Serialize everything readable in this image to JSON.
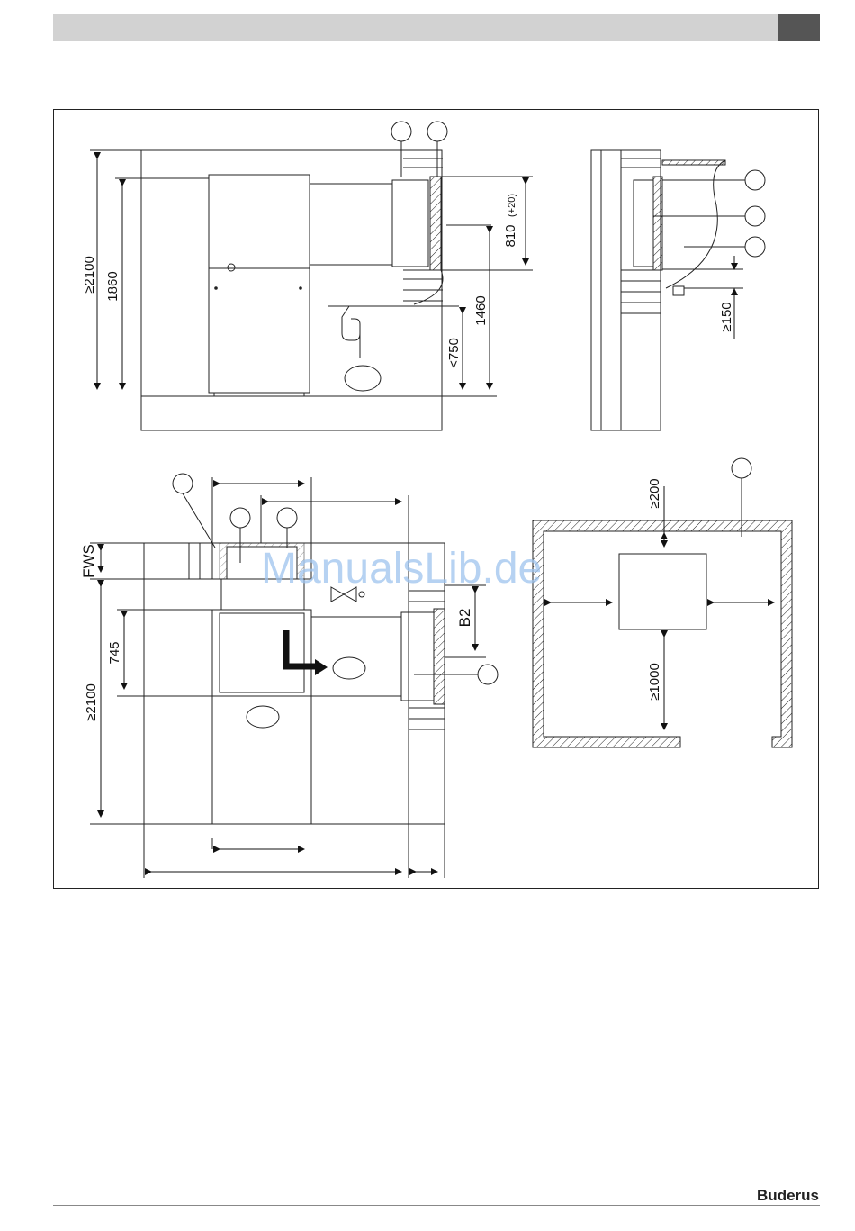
{
  "header": {
    "bar_color": "#d2d2d2",
    "tab_color": "#555555"
  },
  "dimensions": {
    "side_total_height": "≥2100",
    "side_unit_height": "1860",
    "duct_height": "810",
    "duct_tolerance": "(+20)",
    "duct_floor_height": "1460",
    "drain_height": "<750",
    "wall_gap": "≥150",
    "plan_fws": "FWS",
    "plan_depth": "≥2100",
    "plan_unit_depth": "745",
    "plan_b2": "B2",
    "clear_top": "≥200",
    "clear_front": "≥1000"
  },
  "watermark": "ManualsLib.de",
  "brand": "Buderus"
}
